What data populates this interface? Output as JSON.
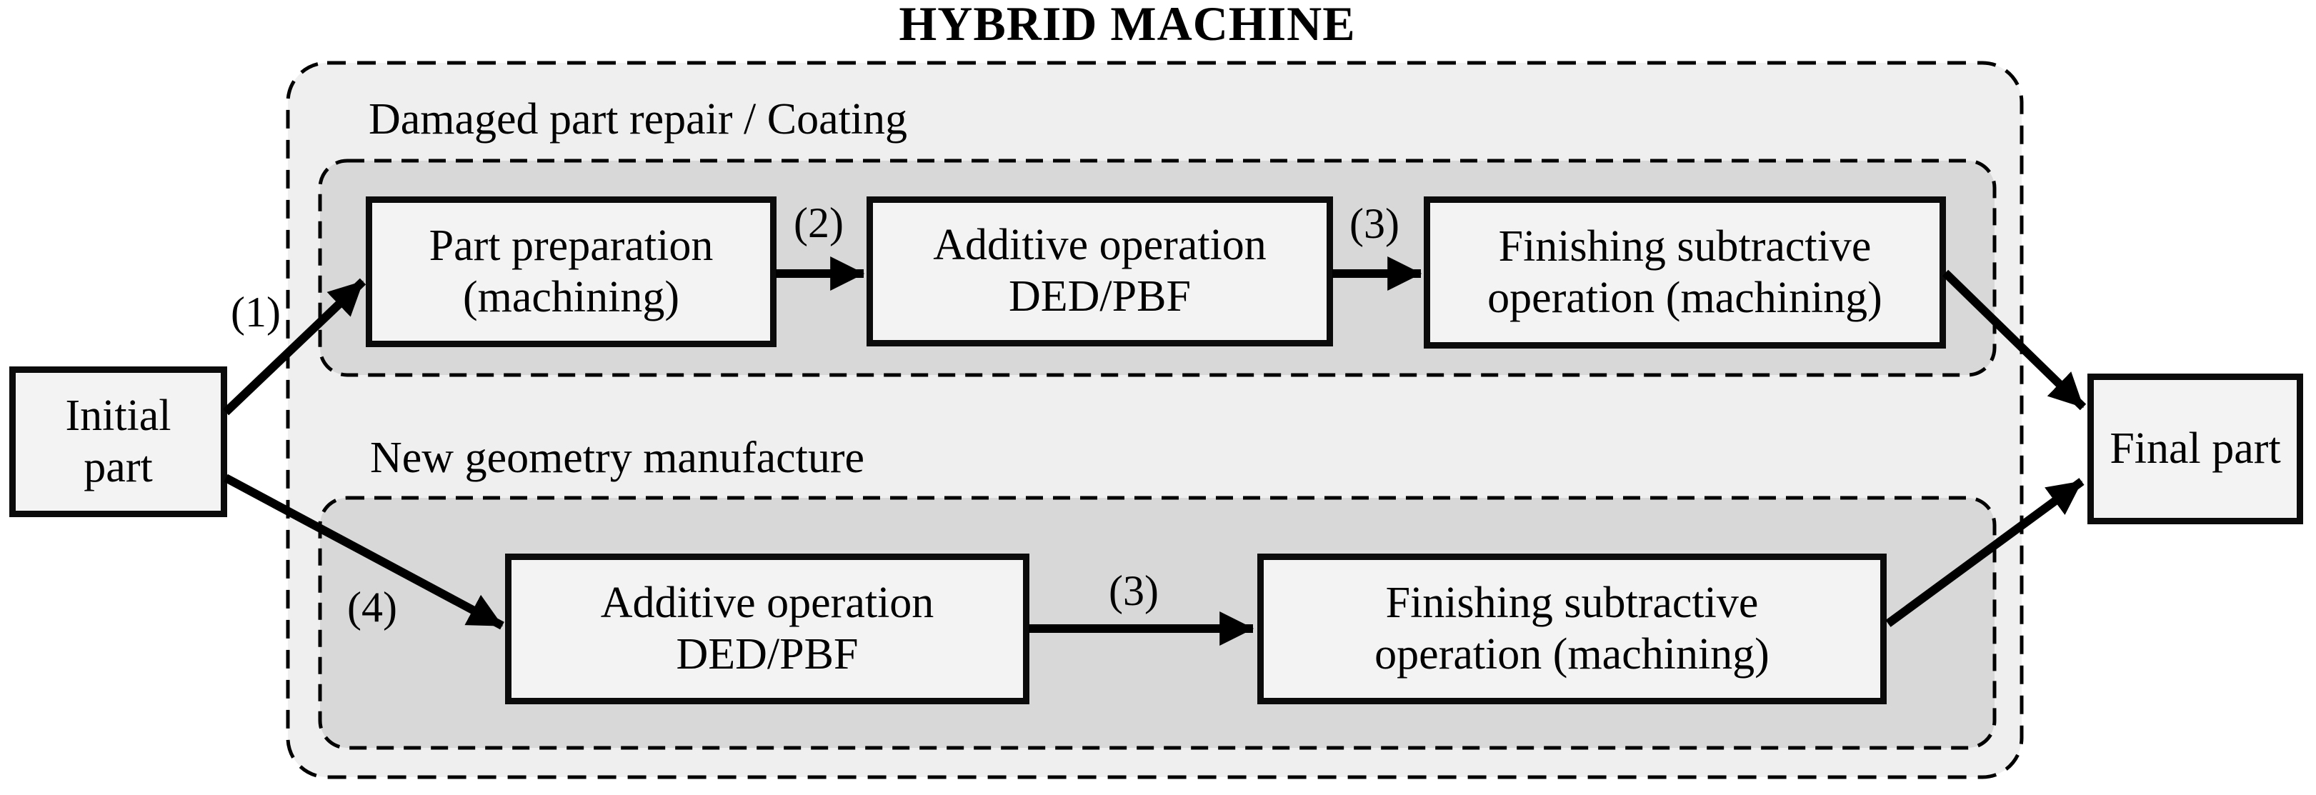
{
  "title": "HYBRID MACHINE",
  "terminals": {
    "initial": "Initial part",
    "final": "Final part"
  },
  "pathways": {
    "repair": {
      "label": "Damaged part repair / Coating",
      "boxes": [
        {
          "label": "Part preparation (machining)"
        },
        {
          "label": "Additive operation DED/PBF"
        },
        {
          "label": "Finishing subtractive operation (machining)"
        }
      ]
    },
    "new_geometry": {
      "label": "New geometry manufacture",
      "boxes": [
        {
          "label": "Additive operation DED/PBF"
        },
        {
          "label": "Finishing subtractive operation (machining)"
        }
      ]
    }
  },
  "step_labels": {
    "s1": "(1)",
    "s2": "(2)",
    "s3_top": "(3)",
    "s4": "(4)",
    "s3_bottom": "(3)"
  },
  "colors": {
    "page_bg": "#ffffff",
    "outer_fill": "#efefef",
    "inner_fill": "#d8d8d8",
    "box_fill": "#f3f3f3",
    "ink": "#000000"
  }
}
